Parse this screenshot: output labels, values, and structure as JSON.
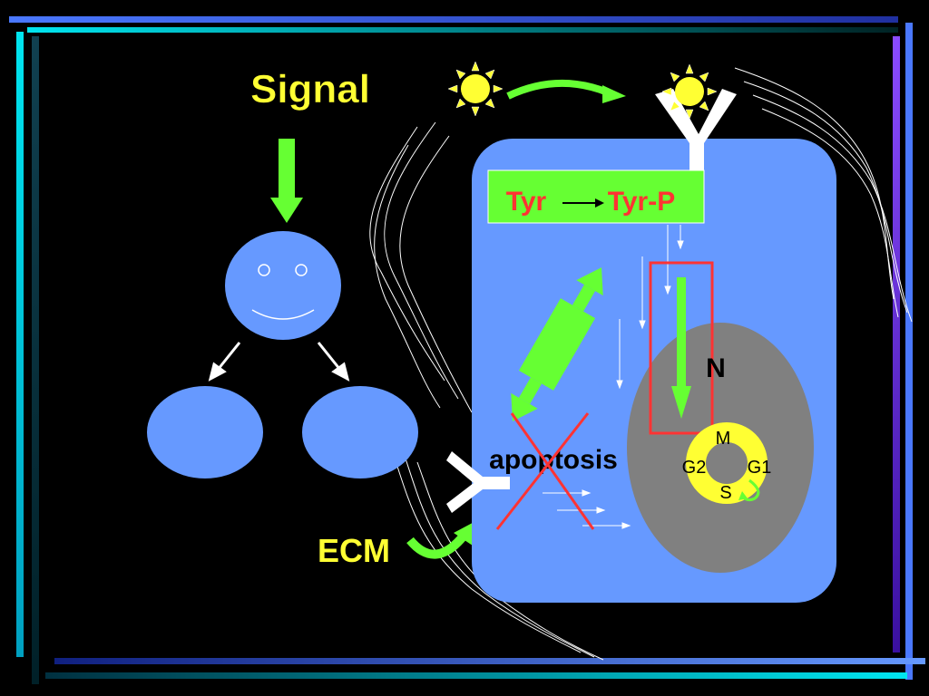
{
  "slide": {
    "title": "Signal",
    "ecm_label": "ECM",
    "nucleus_label": "N",
    "apoptosis_label": "apoptosis",
    "reaction": {
      "substrate": "Tyr",
      "product": "Tyr-P"
    },
    "cell_cycle": {
      "m": "M",
      "g1": "G1",
      "s": "S",
      "g2": "G2"
    }
  },
  "colors": {
    "background": "#000000",
    "cell_blue": "#6699ff",
    "nucleus_gray": "#808080",
    "arrow_green": "#66ff33",
    "title_yellow": "#ffff33",
    "reaction_red": "#ff3333",
    "frame_cyan": "#00e5f0",
    "frame_blue": "#4a78ff",
    "frame_purple": "#7a3cff"
  },
  "icons": [
    "sun-icon",
    "sun-icon",
    "receptor-y-icon",
    "receptor-y-icon"
  ]
}
